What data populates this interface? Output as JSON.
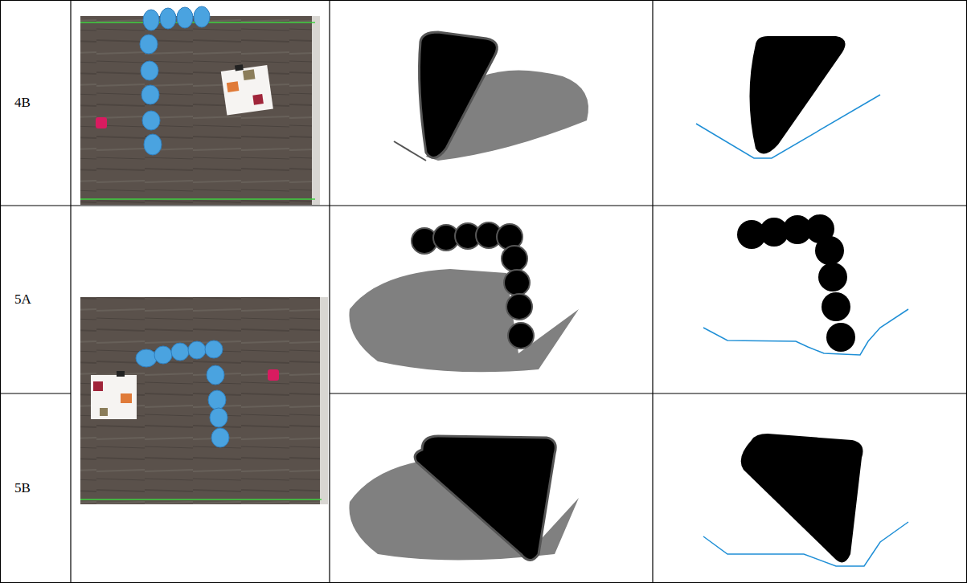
{
  "diagram": {
    "labels": [
      "4B",
      "5A",
      "5B"
    ]
  }
}
